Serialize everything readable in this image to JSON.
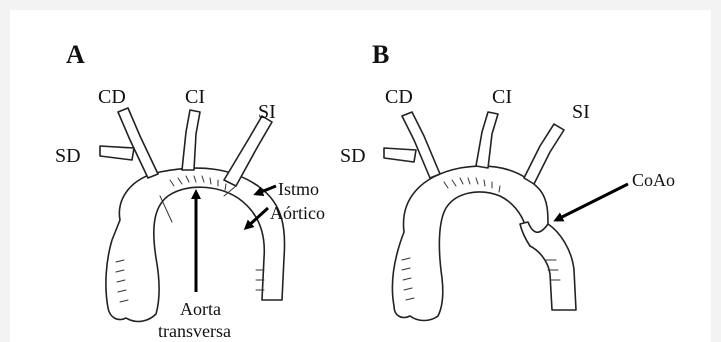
{
  "panels": {
    "A": {
      "label": "A",
      "vessels": {
        "cd": "CD",
        "ci": "CI",
        "si": "SI",
        "sd": "SD"
      },
      "annotations": {
        "istmo_line1": "Istmo",
        "istmo_line2": "Aórtico",
        "aorta_line1": "Aorta",
        "aorta_line2": "transversa"
      }
    },
    "B": {
      "label": "B",
      "vessels": {
        "cd": "CD",
        "ci": "CI",
        "si": "SI",
        "sd": "SD"
      },
      "annotations": {
        "coao": "CoAo"
      }
    }
  }
}
